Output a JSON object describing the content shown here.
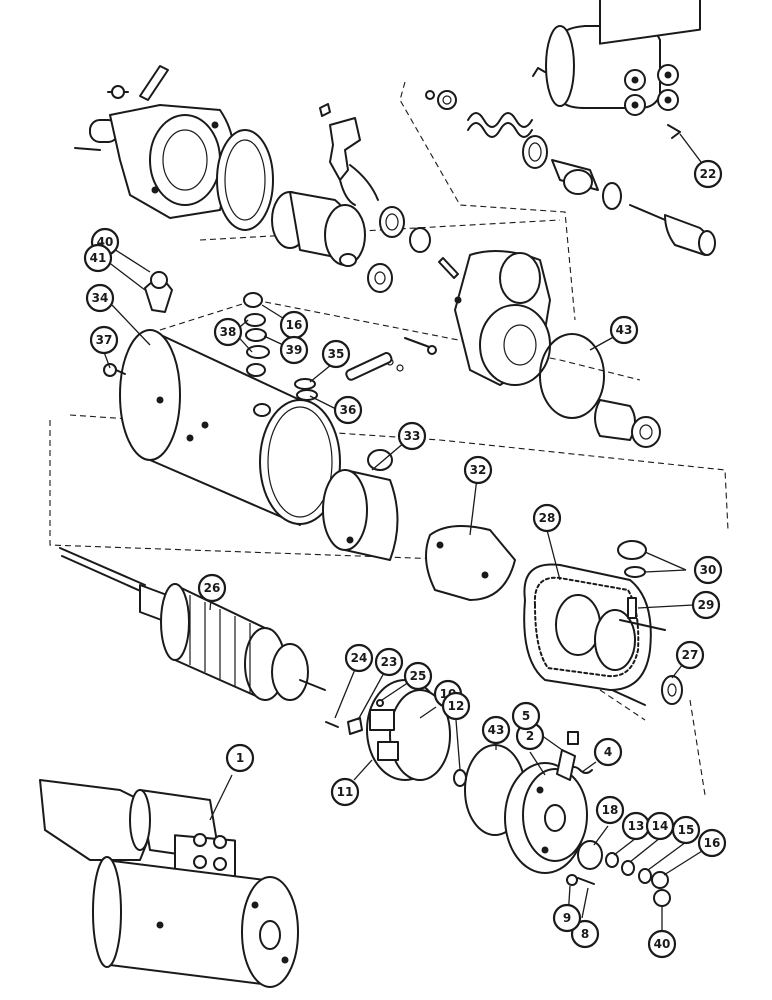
{
  "callouts": [
    {
      "id": "c1",
      "label": "1"
    },
    {
      "id": "c2",
      "label": "2"
    },
    {
      "id": "c4",
      "label": "4"
    },
    {
      "id": "c5",
      "label": "5"
    },
    {
      "id": "c8",
      "label": "8"
    },
    {
      "id": "c9",
      "label": "9"
    },
    {
      "id": "c10",
      "label": "10"
    },
    {
      "id": "c11",
      "label": "11"
    },
    {
      "id": "c12",
      "label": "12"
    },
    {
      "id": "c13",
      "label": "13"
    },
    {
      "id": "c14",
      "label": "14"
    },
    {
      "id": "c15",
      "label": "15"
    },
    {
      "id": "c16a",
      "label": "16"
    },
    {
      "id": "c16b",
      "label": "16"
    },
    {
      "id": "c18",
      "label": "18"
    },
    {
      "id": "c22",
      "label": "22"
    },
    {
      "id": "c23",
      "label": "23"
    },
    {
      "id": "c24",
      "label": "24"
    },
    {
      "id": "c25",
      "label": "25"
    },
    {
      "id": "c26",
      "label": "26"
    },
    {
      "id": "c27",
      "label": "27"
    },
    {
      "id": "c28",
      "label": "28"
    },
    {
      "id": "c29",
      "label": "29"
    },
    {
      "id": "c30",
      "label": "30"
    },
    {
      "id": "c32",
      "label": "32"
    },
    {
      "id": "c33",
      "label": "33"
    },
    {
      "id": "c34",
      "label": "34"
    },
    {
      "id": "c35",
      "label": "35"
    },
    {
      "id": "c36",
      "label": "36"
    },
    {
      "id": "c37",
      "label": "37"
    },
    {
      "id": "c38",
      "label": "38"
    },
    {
      "id": "c39",
      "label": "39"
    },
    {
      "id": "c40a",
      "label": "40"
    },
    {
      "id": "c40b",
      "label": "40"
    },
    {
      "id": "c41",
      "label": "41"
    },
    {
      "id": "c43a",
      "label": "43"
    },
    {
      "id": "c43b",
      "label": "43"
    }
  ]
}
